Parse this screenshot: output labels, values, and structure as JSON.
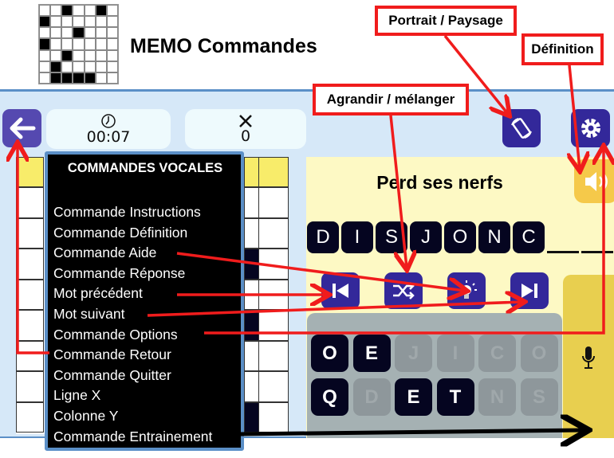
{
  "header": {
    "title": "MEMO Commandes"
  },
  "toolbar": {
    "timer": "00:07",
    "errors": "0"
  },
  "voice_commands": {
    "title": "COMMANDES VOCALES",
    "items": [
      "Commande Instructions",
      "Commande Définition",
      "Commande Aide",
      "Commande Réponse",
      "Mot précédent",
      "Mot suivant",
      "Commande Options",
      "Commande Retour",
      "Commande Quitter",
      "Ligne X",
      "Colonne Y",
      "Commande Entrainement"
    ]
  },
  "clue": "Perd ses nerfs",
  "answer_letters": [
    "D",
    "I",
    "S",
    "J",
    "O",
    "N",
    "C"
  ],
  "keyboard": {
    "row1": [
      {
        "k": "O",
        "on": true
      },
      {
        "k": "E",
        "on": true
      },
      {
        "k": "J",
        "on": false
      },
      {
        "k": "I",
        "on": false
      },
      {
        "k": "C",
        "on": false
      },
      {
        "k": "O",
        "on": false
      }
    ],
    "row2": [
      {
        "k": "Q",
        "on": true
      },
      {
        "k": "D",
        "on": false
      },
      {
        "k": "E",
        "on": true
      },
      {
        "k": "T",
        "on": true
      },
      {
        "k": "N",
        "on": false
      },
      {
        "k": "S",
        "on": false
      }
    ]
  },
  "annotations": {
    "portrait": "Portrait / Paysage",
    "definition": "Définition",
    "agrandir": "Agrandir / mélanger"
  },
  "colors": {
    "accent": "#33289a",
    "back": "#5549b0",
    "annotation": "#f01c1c"
  }
}
